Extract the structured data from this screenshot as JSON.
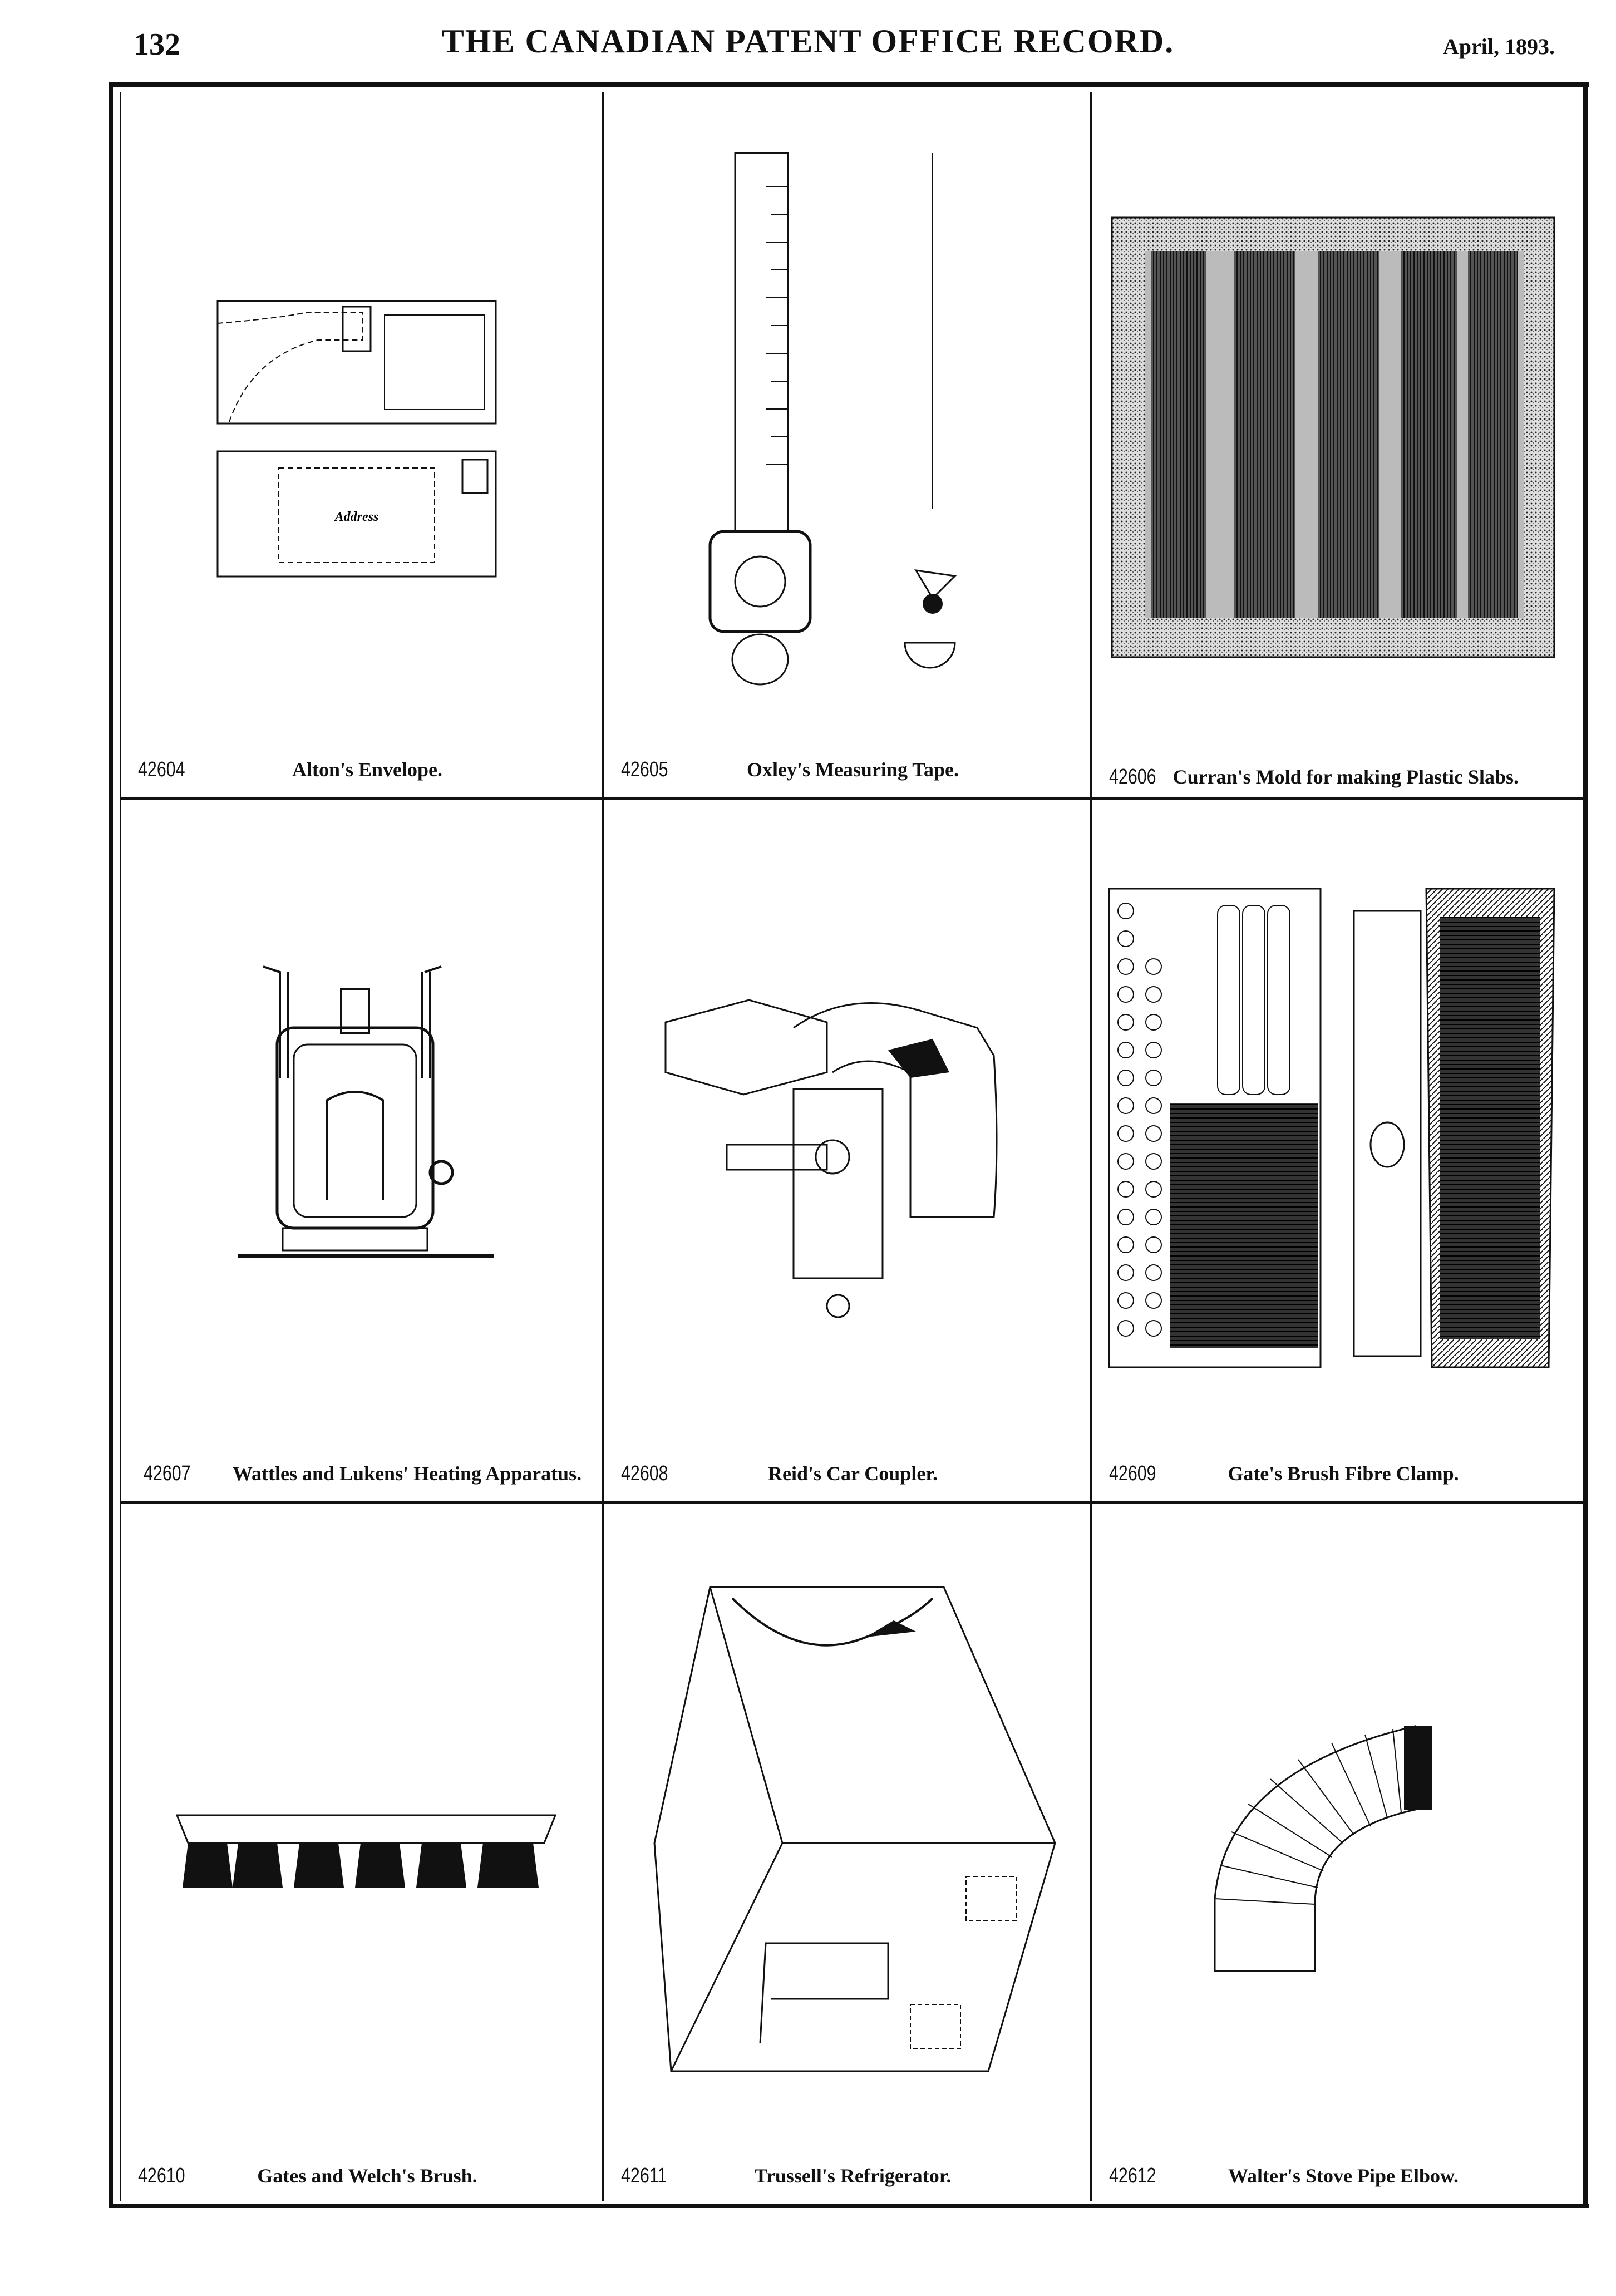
{
  "header": {
    "page_number": "132",
    "title": "THE CANADIAN PATENT OFFICE RECORD.",
    "date": "April, 1893."
  },
  "patents": [
    {
      "number": "42604",
      "title": "Alton's Envelope."
    },
    {
      "number": "42605",
      "title": "Oxley's Measuring Tape."
    },
    {
      "number": "42606",
      "title": "Curran's Mold for making Plastic Slabs."
    },
    {
      "number": "42607",
      "title": "Wattles and Lukens' Heating Apparatus."
    },
    {
      "number": "42608",
      "title": "Reid's Car Coupler."
    },
    {
      "number": "42609",
      "title": "Gate's Brush Fibre Clamp."
    },
    {
      "number": "42610",
      "title": "Gates and Welch's Brush."
    },
    {
      "number": "42611",
      "title": "Trussell's Refrigerator."
    },
    {
      "number": "42612",
      "title": "Walter's Stove Pipe Elbow."
    }
  ],
  "figure_labels": {
    "envelope_address": "Address"
  }
}
